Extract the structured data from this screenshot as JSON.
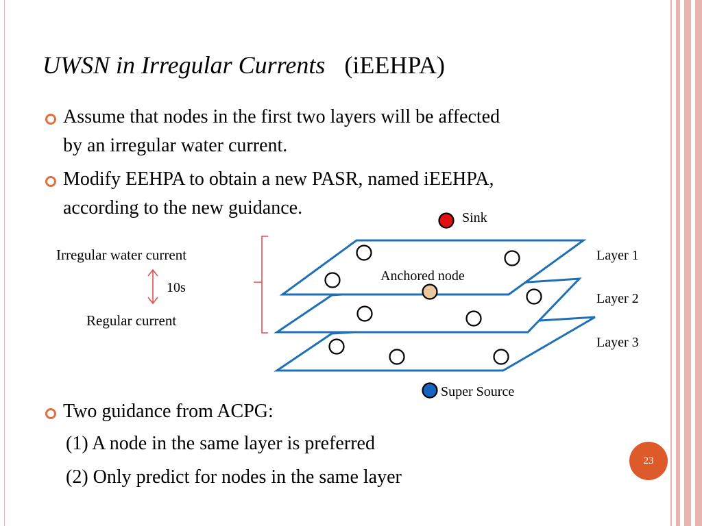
{
  "slide": {
    "title_italic": "UWSN in Irregular Currents",
    "title_rest": "(iEEHPA)",
    "bullets": [
      {
        "line1": "Assume that nodes in the first two layers will be affected",
        "line2": "by an irregular water current."
      },
      {
        "line1": "Modify EEHPA to obtain a new PASR, named iEEHPA,",
        "line2": "according to the new guidance."
      },
      {
        "line1": "Two guidance from ACPG:"
      }
    ],
    "guidance": [
      "(1) A node in the same layer is preferred",
      "(2) Only predict for nodes in the same layer"
    ],
    "page_number": "23"
  },
  "diagram": {
    "irregular_label": "Irregular water current",
    "interval_label": "10s",
    "regular_label": "Regular current",
    "sink_label": "Sink",
    "anchored_label": "Anchored node",
    "source_label": "Super Source",
    "layers": [
      "Layer 1",
      "Layer 2",
      "Layer 3"
    ],
    "colors": {
      "layer_stroke": "#1f6fb5",
      "sink": "#e01010",
      "anchored": "#e8c89c",
      "source": "#1565c0",
      "bracket": "#e05050",
      "bullet": "#e07040",
      "page_badge": "#dd5a2b"
    }
  }
}
